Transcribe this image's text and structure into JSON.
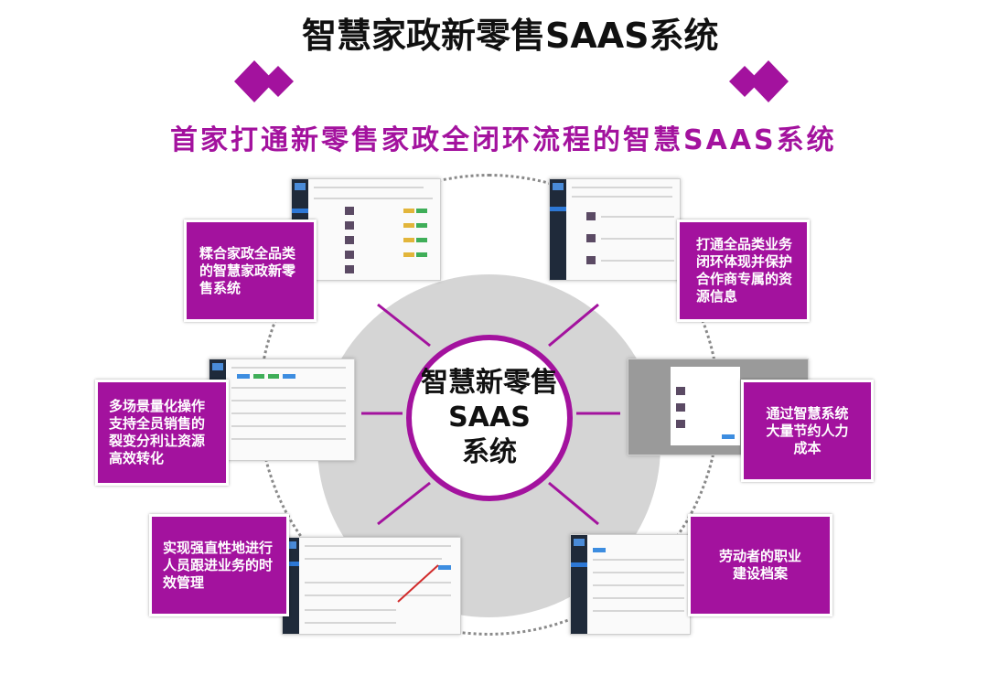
{
  "title": "智慧家政新零售SAAS系统",
  "subtitle": "首家打通新零售家政全闭环流程的智慧SAAS系统",
  "center": {
    "line1": "智慧新零售",
    "line2": "SAAS",
    "line3": "系统"
  },
  "nodes": [
    {
      "text": "糅合家政全品类的智慧家政新零售系统"
    },
    {
      "text": "打通全品类业务闭环体现并保护合作商专属的资源信息"
    },
    {
      "text": "多场景量化操作支持全员销售的裂变分利让资源高效转化"
    },
    {
      "text": "通过智慧系统大量节约人力成本"
    },
    {
      "text": "实现强直性地进行人员跟进业务的时效管理"
    },
    {
      "text": "劳动者的职业建设档案"
    }
  ],
  "colors": {
    "accent": "#a3129e",
    "circle": "#d5d5d5",
    "dotted": "#8a8a8a"
  }
}
